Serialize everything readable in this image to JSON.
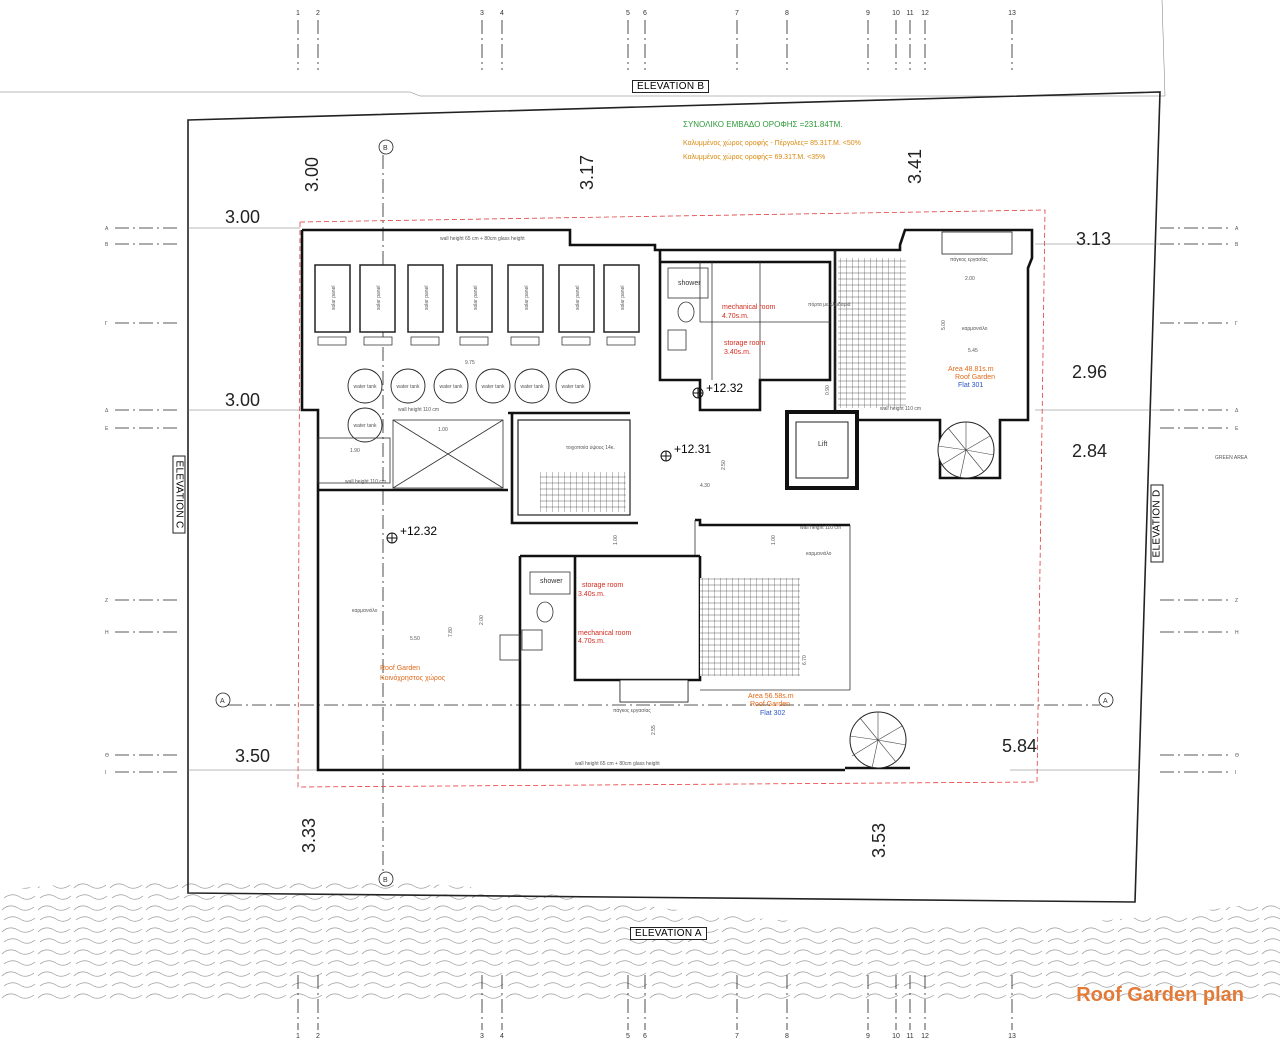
{
  "plan": {
    "title": "Roof Garden plan",
    "summary": {
      "total": "ΣΥΝΟΛΙΚΟ ΕΜΒΑΔΟ ΟΡΟΦΗΣ =231.84ΤΜ.",
      "pergola": "Καλυμμένος χώρος οροφής - Πέργολες= 85.31Τ.Μ. <50%",
      "covered": "Καλυμμένος χώρος οροφής= 69.31Τ.Μ. <35%"
    },
    "elevations": {
      "top": "ELEVATION B",
      "bottom": "ELEVATION A",
      "left": "ELEVATION C",
      "right": "ELEVATION D"
    },
    "grid_columns": [
      "1",
      "2",
      "3",
      "4",
      "5",
      "6",
      "7",
      "8",
      "9",
      "10",
      "11",
      "12",
      "13"
    ],
    "grid_rows": [
      "A",
      "B",
      "Γ",
      "Δ",
      "E",
      "Z",
      "H",
      "Θ",
      "I"
    ],
    "section_marks": {
      "vertical": "B",
      "horizontal": "A"
    },
    "boundary_dims": {
      "top_left": "3.00",
      "top_mid": "3.17",
      "top_right": "3.41",
      "left_upper": "3.00",
      "left_mid": "3.00",
      "left_lower": "3.50",
      "right_upper": "3.13",
      "right_mid1": "2.96",
      "right_mid2": "2.84",
      "right_lower": "5.84",
      "bottom_left": "3.33",
      "bottom_right": "3.53"
    },
    "inner_dims": [
      "9.75",
      "1.90",
      "4.30",
      "2.50",
      "1.00",
      "5.50",
      "7.80",
      "2.00",
      "2.55",
      "1.00",
      "6.70",
      "2.00",
      "5.00",
      "5.45",
      "0.90",
      "1.00"
    ],
    "levels": {
      "garden_left": "+12.32",
      "stair_landing": "+12.31",
      "core": "+12.32"
    },
    "rooms": {
      "mech_top": {
        "name": "mechanical room",
        "area": "4.70s.m."
      },
      "storage_top": {
        "name": "storage room",
        "area": "3.40s.m."
      },
      "storage_bottom": {
        "name": "storage room",
        "area": "3.40s.m."
      },
      "mech_bottom": {
        "name": "mechanical room",
        "area": "4.70s.m."
      },
      "shower": "shower",
      "lift": "Lift",
      "flat301": {
        "area": "Area 48.81s.m",
        "label": "Roof Garden",
        "flat": "Flat 301"
      },
      "flat302": {
        "area": "Area 56.58s.m",
        "label": "Roof Garden",
        "flat": "Flat 302"
      },
      "common": {
        "label": "Roof Garden",
        "sub": "Κοινόχρηστος χώρος"
      }
    },
    "labels": {
      "water_tank": "water tank",
      "solar": "solar panel",
      "bench_top": "πάγκος εργασίας",
      "bench_bottom": "πάγκος εργασίας",
      "bbq_top": "καρμανιόλο",
      "bbq_right": "καρμανιόλο",
      "bbq_left": "καρμανιόλο",
      "green_area": "GREEN AREA",
      "wall_top": "wall height 65 cm + 80cm glass height",
      "wall_bottom": "wall height 65 cm + 80cm glass height",
      "wall_110_a": "wall height 110 cm",
      "wall_110_b": "wall height 110 cm",
      "wall_110_c": "wall height 110 cm",
      "wall_110_d": "wall height 110 cm",
      "door_note": "πόρτα με κλειδαριά",
      "stair_note": "τοιχοποιία ύψους 14κ."
    }
  }
}
